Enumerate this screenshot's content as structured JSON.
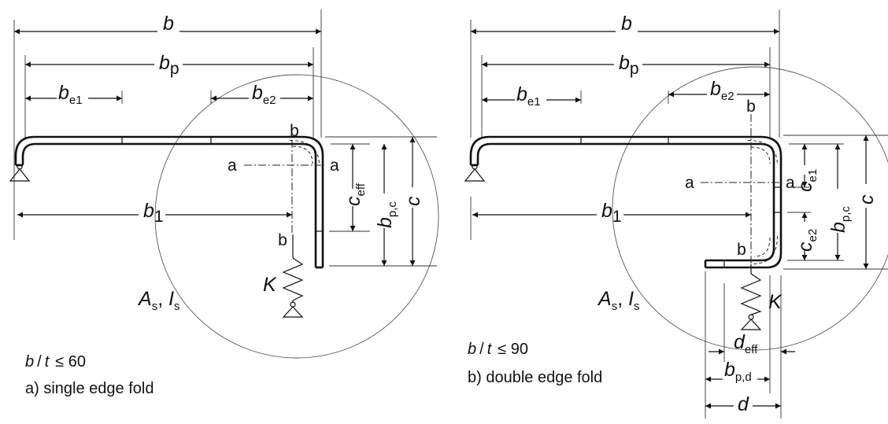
{
  "panel_a": {
    "dim_b": "b",
    "dim_bp": "b",
    "dim_bp_sub": "p",
    "dim_be1": "b",
    "dim_be1_sub": "e1",
    "dim_be2": "b",
    "dim_be2_sub": "e2",
    "axis_b_top": "b",
    "axis_b_bottom": "b",
    "axis_a_left": "a",
    "axis_a_right": "a",
    "dim_ceff": "c",
    "dim_ceff_sub": "eff",
    "dim_bpc": "b",
    "dim_bpc_sub": "p,c",
    "dim_c": "c",
    "dim_b1": "b",
    "dim_b1_sub": "1",
    "spring": "K",
    "area_A": "A",
    "area_A_sub": "s",
    "area_I": "I",
    "area_I_sub": "s",
    "ratio_b": "b",
    "ratio_slash": "/",
    "ratio_t": "t",
    "ratio_rel": "≤ 60",
    "caption": "a) single edge fold"
  },
  "panel_b": {
    "dim_b": "b",
    "dim_bp": "b",
    "dim_bp_sub": "p",
    "dim_be1": "b",
    "dim_be1_sub": "e1",
    "dim_be2": "b",
    "dim_be2_sub": "e2",
    "axis_b_top": "b",
    "axis_b_bottom": "b",
    "axis_a_left": "a",
    "axis_a_right": "a",
    "dim_ce1": "c",
    "dim_ce1_sub": "e1",
    "dim_ce2": "c",
    "dim_ce2_sub": "e2",
    "dim_bpc": "b",
    "dim_bpc_sub": "p,c",
    "dim_c": "c",
    "dim_b1": "b",
    "dim_b1_sub": "1",
    "spring": "K",
    "area_A": "A",
    "area_A_sub": "s",
    "area_I": "I",
    "area_I_sub": "s",
    "dim_deff": "d",
    "dim_deff_sub": "eff",
    "dim_bpd": "b",
    "dim_bpd_sub": "p,d",
    "dim_d": "d",
    "ratio_b": "b",
    "ratio_slash": "/",
    "ratio_t": "t",
    "ratio_rel": "≤ 90",
    "caption": "b) double edge fold"
  }
}
